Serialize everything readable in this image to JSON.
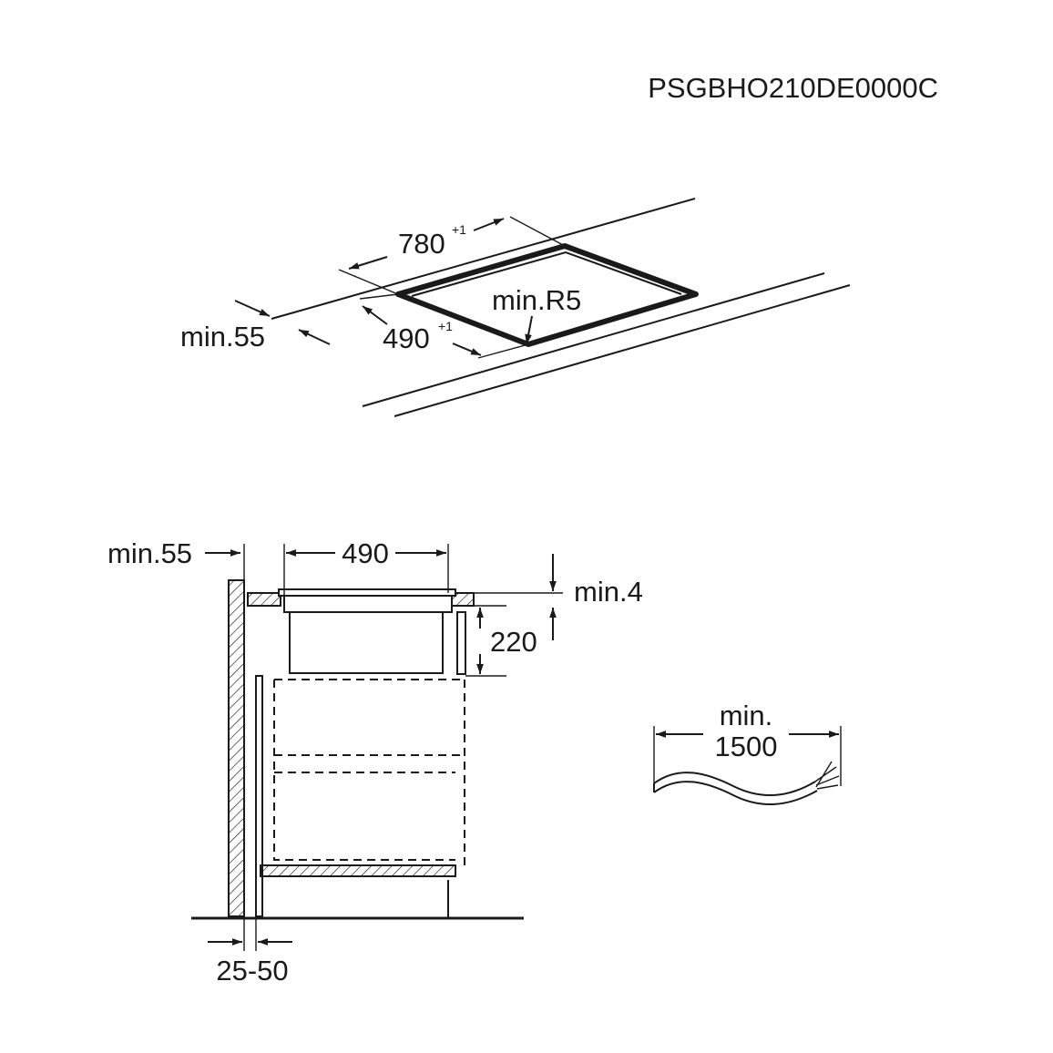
{
  "header": {
    "code": "PSGBHO210DE0000C"
  },
  "top_view": {
    "width_label": "780",
    "width_tol": "+1",
    "depth_label": "490",
    "depth_tol": "+1",
    "radius_label": "min.R5",
    "edge_label": "min.55"
  },
  "side_view": {
    "edge_label": "min.55",
    "cutout_label": "490",
    "top_gap_label": "min.4",
    "depth_label": "220",
    "gap_label": "25-50"
  },
  "cable": {
    "label_line1": "min.",
    "label_line2": "1500"
  }
}
